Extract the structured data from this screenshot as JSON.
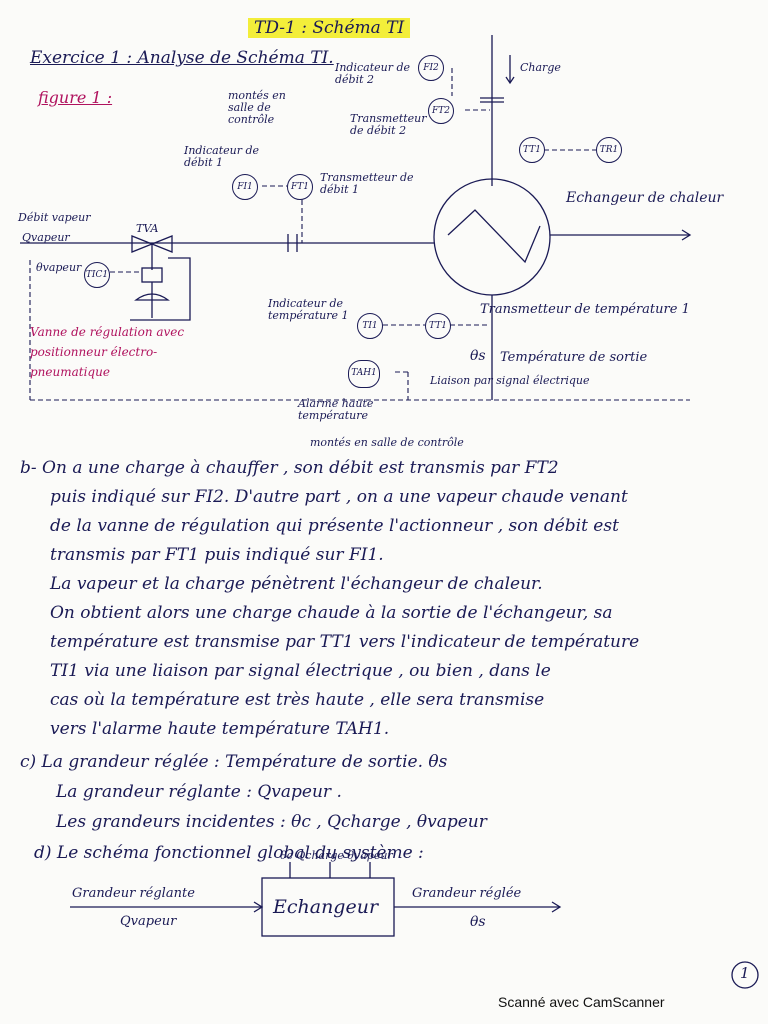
{
  "title": "TD-1 : Schéma TI",
  "exercise_title": "Exercice 1 : Analyse de Schéma TI.",
  "figure_label": "figure 1 :",
  "diagram": {
    "bubbles": {
      "fi2": "FI2",
      "ft2": "FT2",
      "tt1": "TT1",
      "tr1": "TR1",
      "fi1": "FI1",
      "ft1": "FT1",
      "tic1": "TIC1",
      "ti1": "TI1",
      "tt1b": "TT1",
      "tah1": "TAH1"
    },
    "valve_tag": "TVA",
    "labels": {
      "monte_salle": "montés en salle de contrôle",
      "indicateur_debit2": "Indicateur de débit 2",
      "transmetteur_debit2": "Transmetteur de débit 2",
      "charge": "Charge",
      "indicateur_debit1": "Indicateur de débit 1",
      "transmetteur_debit1": "Transmetteur de débit 1",
      "echangeur": "Echangeur de chaleur",
      "debit_vapeur": "Débit vapeur",
      "q_vapeur": "Qvapeur",
      "theta_vapeur": "θvapeur",
      "vanne": "Vanne de régulation avec positionneur électro-pneumatique",
      "indicateur_temp1": "Indicateur de température 1",
      "transmetteur_temp1": "Transmetteur de température 1",
      "theta_s": "θs",
      "temp_sortie": "Température de sortie",
      "liaison": "Liaison par signal électrique",
      "alarme": "Alarme haute température",
      "monte_salle2": "montés en salle de contrôle"
    }
  },
  "paragraph_b": [
    "b- On a une charge à chauffer , son débit est transmis par FT2",
    "puis indiqué sur FI2. D'autre part , on a une vapeur chaude venant",
    "de la vanne de régulation qui présente l'actionneur , son débit est",
    "transmis par FT1 puis indiqué sur FI1.",
    "La vapeur et la charge pénètrent l'échangeur de chaleur.",
    "On obtient alors une charge chaude à la sortie de l'échangeur, sa",
    "température est transmise par TT1 vers l'indicateur de température",
    "TI1 via une liaison par signal électrique , ou bien , dans le",
    "cas où la température est très haute , elle sera transmise",
    "vers l'alarme haute température TAH1."
  ],
  "paragraph_c": [
    "c) La grandeur réglée : Température de sortie. θs",
    "La grandeur réglante : Qvapeur .",
    "Les grandeurs incidentes : θc , Qcharge , θvapeur"
  ],
  "paragraph_d": "d) Le schéma fonctionnel global du système :",
  "block_diagram": {
    "block": "Echangeur",
    "inputs_top": "θc  Qcharge  θvapeur",
    "left_label": "Grandeur réglante",
    "left_sub": "Qvapeur",
    "right_label": "Grandeur réglée",
    "right_sub": "θs"
  },
  "page_number": "1",
  "footer": "Scanné avec CamScanner"
}
